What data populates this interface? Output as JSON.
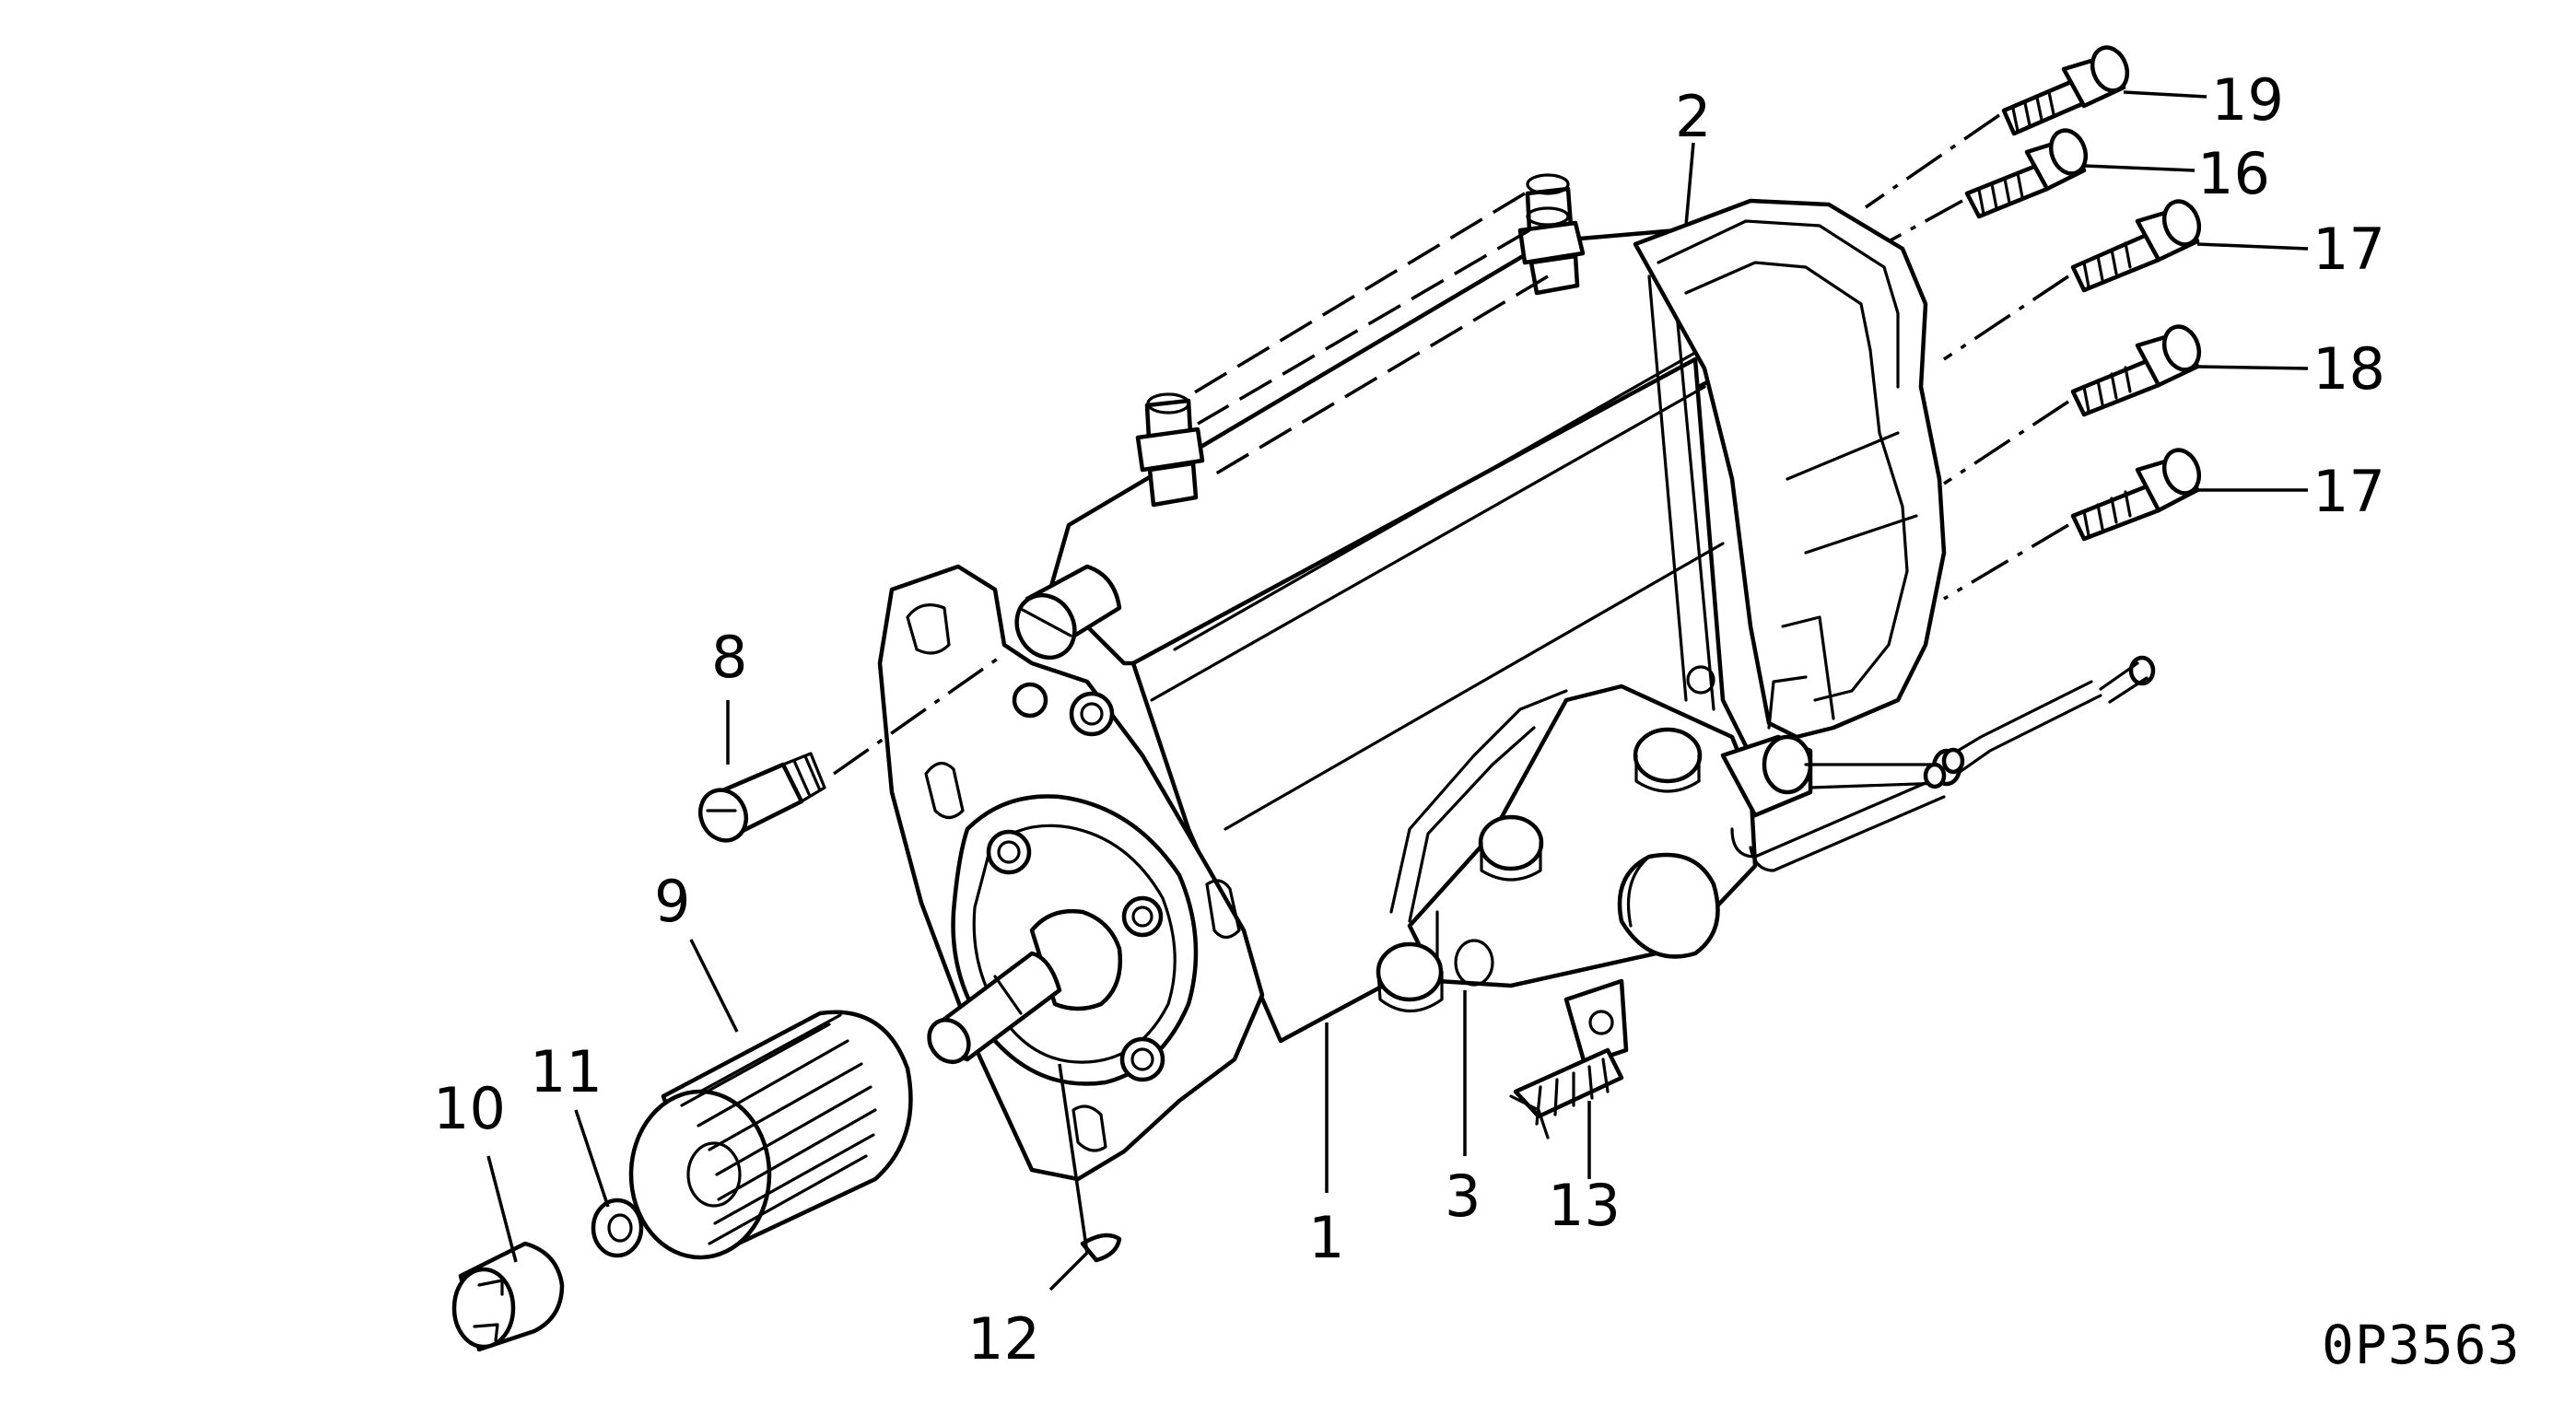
{
  "figure_id": "0P3563",
  "callouts": {
    "c1": "1",
    "c2": "2",
    "c3": "3",
    "c8": "8",
    "c9": "9",
    "c10": "10",
    "c11": "11",
    "c12": "12",
    "c13": "13",
    "c16": "16",
    "c17a": "17",
    "c17b": "17",
    "c18": "18",
    "c19": "19"
  }
}
